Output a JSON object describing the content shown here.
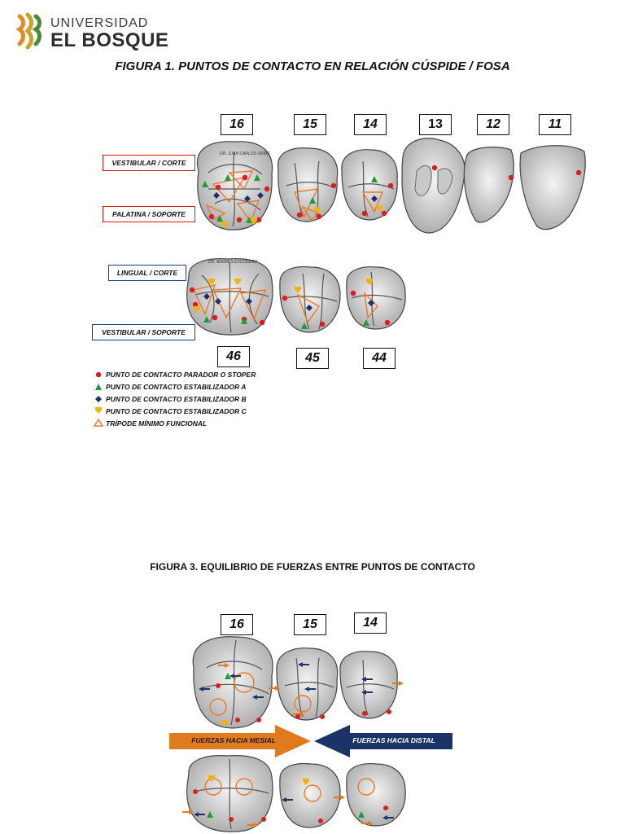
{
  "logo": {
    "line1": "UNIVERSIDAD",
    "line2": "EL BOSQUE"
  },
  "figure1": {
    "title": "FIGURA 1.  PUNTOS DE CONTACTO EN RELACIÓN CÚSPIDE / FOSA",
    "upper_teeth": [
      "16",
      "15",
      "14",
      "13",
      "12",
      "11"
    ],
    "lower_teeth": [
      "46",
      "45",
      "44"
    ],
    "labels": {
      "vestibular_corte": "VESTIBULAR / CORTE",
      "palatina_soporte": "PALATINA / SOPORTE",
      "lingual_corte": "LINGUAL / CORTE",
      "vestibular_soporte": "VESTIBULAR / SOPORTE"
    },
    "author_upper": "DR. JUAN CARLOS URIBE",
    "author_lower": "DR. ANDRES ESCUDERO",
    "legend": [
      {
        "icon": "red-circle-icon",
        "color": "#e01b1b",
        "text": "PUNTO DE CONTACTO PARADOR O STOPER"
      },
      {
        "icon": "green-triangle-icon",
        "color": "#1a9e3a",
        "text": "PUNTO DE CONTACTO ESTABILIZADOR A"
      },
      {
        "icon": "blue-diamond-icon",
        "color": "#1b2f6e",
        "text": "PUNTO DE CONTACTO ESTABILIZADOR B"
      },
      {
        "icon": "yellow-shield-icon",
        "color": "#f2b400",
        "text": "PUNTO DE CONTACTO ESTABILIZADOR C"
      },
      {
        "icon": "orange-tripod-icon",
        "color": "#e87a2a",
        "text": "TRÍPODE MÍNIMO FUNCIONAL"
      }
    ]
  },
  "figure3": {
    "title": "FIGURA 3.  EQUILIBRIO DE FUERZAS ENTRE  PUNTOS DE CONTACTO",
    "teeth": [
      "16",
      "15",
      "14"
    ],
    "arrow_mesial": {
      "text": "FUERZAS HACIA MESIAL",
      "color": "#e07a1e"
    },
    "arrow_distal": {
      "text": "FUERZAS HACIA DISTAL",
      "color": "#1b3468"
    }
  }
}
